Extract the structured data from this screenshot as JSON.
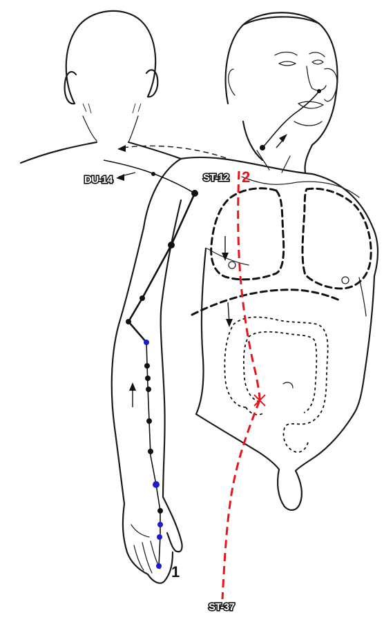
{
  "labels": {
    "du14": "DU-14",
    "st12": "ST-12",
    "st37": "ST-37"
  },
  "markers": {
    "start": "1",
    "end": "2"
  },
  "colors": {
    "meridian": "#111111",
    "point_black": "#111111",
    "point_blue": "#1c1cc8",
    "internal_path": "#e8141c",
    "marker_start": "#111111",
    "marker_end": "#e8141c"
  }
}
